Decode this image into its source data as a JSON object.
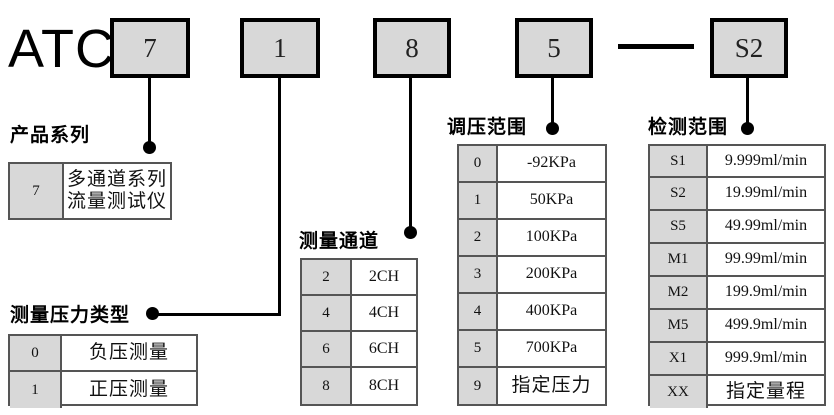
{
  "model": {
    "prefix": "ATC",
    "separator": "—",
    "segments": [
      {
        "value": "7",
        "name": "series"
      },
      {
        "value": "1",
        "name": "pressure-type"
      },
      {
        "value": "8",
        "name": "channels"
      },
      {
        "value": "5",
        "name": "regulation-range"
      },
      {
        "value": "S2",
        "name": "detection-range"
      }
    ]
  },
  "groups": {
    "product_series": {
      "title": "产品系列",
      "rows": [
        {
          "code": "7",
          "desc": "多通道系列\n流量测试仪"
        }
      ]
    },
    "pressure_type": {
      "title": "测量压力类型",
      "rows": [
        {
          "code": "0",
          "desc": "负压测量"
        },
        {
          "code": "1",
          "desc": "正压测量"
        }
      ]
    },
    "measure_channel": {
      "title": "测量通道",
      "rows": [
        {
          "code": "2",
          "desc": "2CH"
        },
        {
          "code": "4",
          "desc": "4CH"
        },
        {
          "code": "6",
          "desc": "6CH"
        },
        {
          "code": "8",
          "desc": "8CH"
        }
      ]
    },
    "regulation_range": {
      "title": "调压范围",
      "rows": [
        {
          "code": "0",
          "desc": "-92KPa"
        },
        {
          "code": "1",
          "desc": "50KPa"
        },
        {
          "code": "2",
          "desc": "100KPa"
        },
        {
          "code": "3",
          "desc": "200KPa"
        },
        {
          "code": "4",
          "desc": "400KPa"
        },
        {
          "code": "5",
          "desc": "700KPa"
        },
        {
          "code": "9",
          "desc": "指定压力"
        }
      ]
    },
    "detection_range": {
      "title": "检测范围",
      "rows": [
        {
          "code": "S1",
          "desc": "9.999ml/min"
        },
        {
          "code": "S2",
          "desc": "19.99ml/min"
        },
        {
          "code": "S5",
          "desc": "49.99ml/min"
        },
        {
          "code": "M1",
          "desc": "99.99ml/min"
        },
        {
          "code": "M2",
          "desc": "199.9ml/min"
        },
        {
          "code": "M5",
          "desc": "499.9ml/min"
        },
        {
          "code": "X1",
          "desc": "999.9ml/min"
        },
        {
          "code": "XX",
          "desc": "指定量程"
        }
      ]
    }
  },
  "colors": {
    "code_fill": "#d8d8d8",
    "line": "#000000",
    "border": "#555555"
  }
}
